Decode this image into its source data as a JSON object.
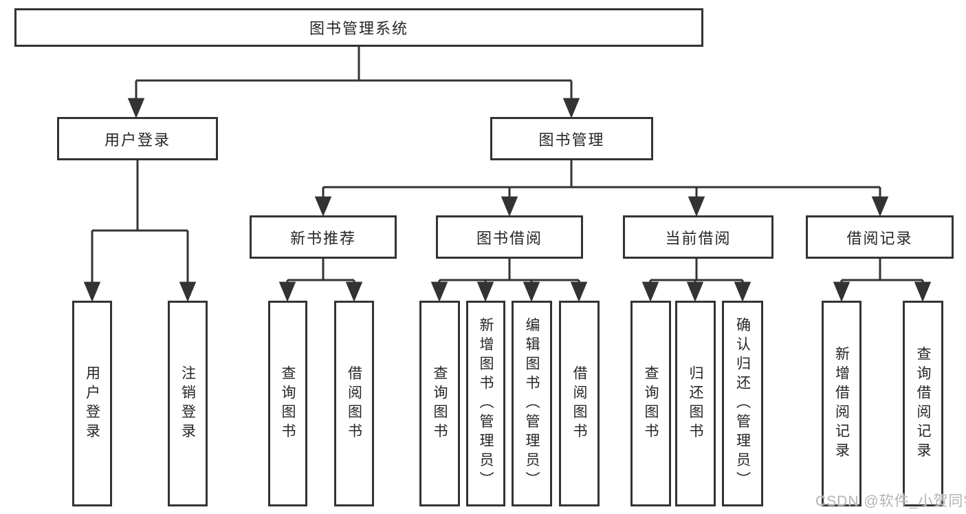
{
  "diagram": {
    "root": {
      "label": "图书管理系统"
    },
    "branches": [
      {
        "label": "用户登录",
        "children": [
          {
            "label": "用户登录"
          },
          {
            "label": "注销登录"
          }
        ]
      },
      {
        "label": "图书管理",
        "children": [
          {
            "label": "新书推荐",
            "children": [
              {
                "label": "查询图书"
              },
              {
                "label": "借阅图书"
              }
            ]
          },
          {
            "label": "图书借阅",
            "children": [
              {
                "label": "查询图书"
              },
              {
                "label": "新增图书（管理员）"
              },
              {
                "label": "编辑图书（管理员）"
              },
              {
                "label": "借阅图书"
              }
            ]
          },
          {
            "label": "当前借阅",
            "children": [
              {
                "label": "查询图书"
              },
              {
                "label": "归还图书"
              },
              {
                "label": "确认归还（管理员）"
              }
            ]
          },
          {
            "label": "借阅记录",
            "children": [
              {
                "label": "新增借阅记录"
              },
              {
                "label": "查询借阅记录"
              }
            ]
          }
        ]
      }
    ]
  },
  "watermark": {
    "text": "CSDN @软件_小贺同学"
  },
  "colors": {
    "line": "#333333",
    "box_border": "#333333",
    "box_background": "#ffffff",
    "text": "#262626",
    "watermark": "#b3b3b3"
  }
}
